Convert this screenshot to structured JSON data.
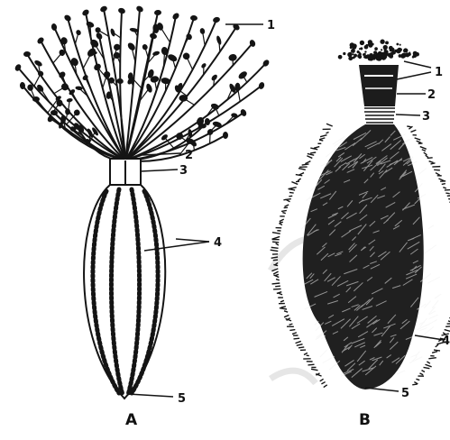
{
  "figure": {
    "panel_a": {
      "caption": "A",
      "labels": [
        "1",
        "2",
        "3",
        "4",
        "5"
      ]
    },
    "panel_b": {
      "caption": "B",
      "labels": [
        "1",
        "2",
        "3",
        "4",
        "5"
      ]
    }
  },
  "colors": {
    "ink": "#141414",
    "background": "#ffffff",
    "watermark": "#e6e6e6"
  }
}
